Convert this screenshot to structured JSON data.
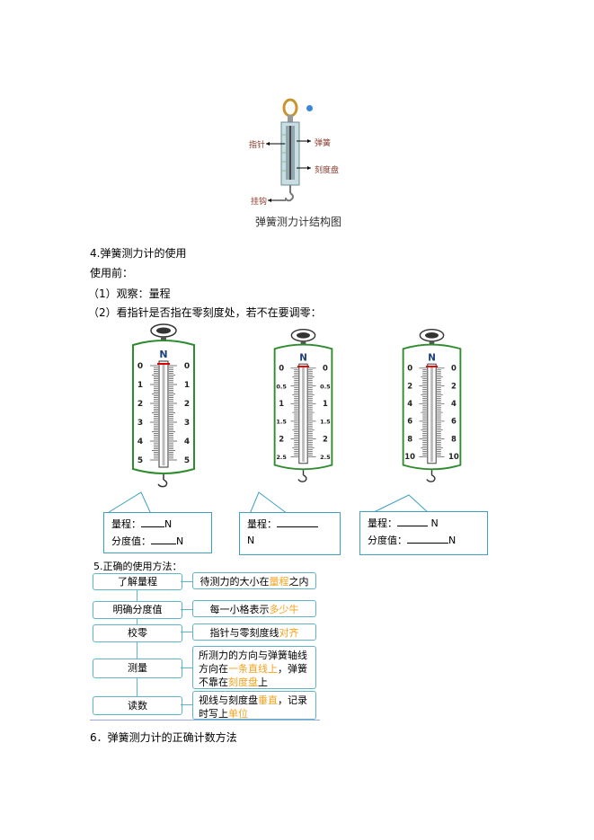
{
  "top_diagram": {
    "caption": "弹簧测力计结构图",
    "labels": {
      "pointer": "指针",
      "spring": "弹簧",
      "scale": "刻度盘",
      "hook": "挂钩"
    }
  },
  "section4": {
    "heading": "4.弹簧测力计的使用",
    "before_use": "使用前：",
    "step1": "（1）观察：量程",
    "step2": "（2）看指针是否指在零刻度处，若不在要调零："
  },
  "meters": [
    {
      "unit": "N",
      "major_labels": [
        "0",
        "1",
        "2",
        "3",
        "4",
        "5"
      ]
    },
    {
      "unit": "N",
      "major_labels": [
        "0",
        "0.5",
        "1",
        "1.5",
        "2",
        "2.5"
      ]
    },
    {
      "unit": "N",
      "major_labels": [
        "0",
        "2",
        "4",
        "6",
        "8",
        "10"
      ]
    }
  ],
  "bubbles": [
    {
      "range_label": "量程：",
      "range_unit": "N",
      "div_label": "分度值：",
      "div_unit": "N"
    },
    {
      "range_label": "量程：",
      "range_unit": "N"
    },
    {
      "range_label": "量程：",
      "range_unit": "N",
      "div_label": "分度值：",
      "div_unit": "N"
    }
  ],
  "section5": {
    "heading": "5.正确的使用方法：",
    "steps": [
      {
        "left": "了解量程",
        "right_parts": [
          "待测力的大小在",
          "量程",
          "之内"
        ]
      },
      {
        "left": "明确分度值",
        "right_parts": [
          "每一小格表示",
          "多少牛",
          ""
        ]
      },
      {
        "left": "校零",
        "right_parts": [
          "指针与零刻度线",
          "对齐",
          ""
        ]
      },
      {
        "left": "测量",
        "right_parts": [
          "所测力的方向与弹簧轴线方向在",
          "一条直线上",
          "，弹簧不靠在",
          "刻度盘",
          "上"
        ]
      },
      {
        "left": "读数",
        "right_parts": [
          "视线与刻度盘",
          "垂直",
          "，记录时写上",
          "单位",
          ""
        ]
      }
    ]
  },
  "section6": {
    "heading": "6．弹簧测力计的正确计数方法"
  },
  "colors": {
    "frame_green": "#2e8b2e",
    "box_blue": "#5fb4c8",
    "highlight": "#f5a21b",
    "dot": "#3a86d6"
  }
}
